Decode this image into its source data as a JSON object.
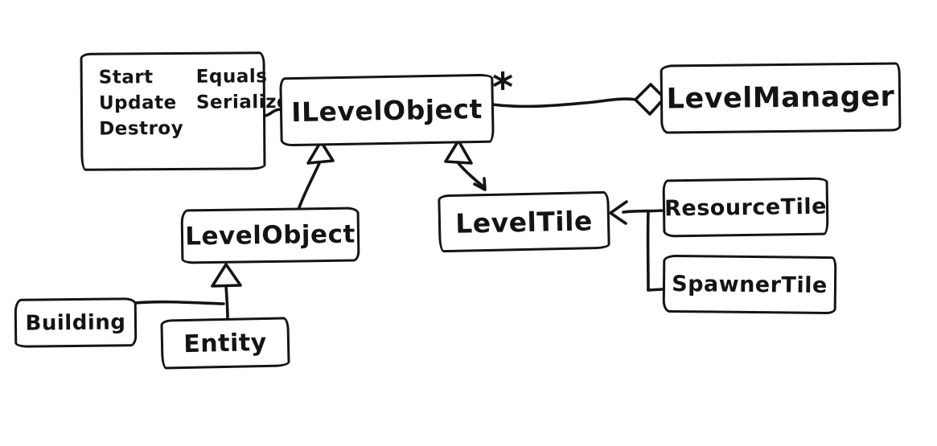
{
  "diagram": {
    "background_color": "#ffffff",
    "ink_color": "#141414",
    "note_box": {
      "columns": [
        [
          "Start",
          "Update",
          "Destroy"
        ],
        [
          "Equals",
          "Serialize"
        ]
      ]
    },
    "nodes": {
      "ilevel_object": "ILevelObject",
      "level_manager": "LevelManager",
      "level_object": "LevelObject",
      "level_tile": "LevelTile",
      "resource_tile": "ResourceTile",
      "spawner_tile": "SpawnerTile",
      "building": "Building",
      "entity": "Entity"
    },
    "aggregation": {
      "multiplicity": "*"
    },
    "relations": [
      {
        "from": "LevelObject",
        "to": "ILevelObject",
        "type": "inheritance"
      },
      {
        "from": "LevelTile",
        "to": "ILevelObject",
        "type": "inheritance"
      },
      {
        "from": "Building",
        "to": "LevelObject",
        "type": "inheritance"
      },
      {
        "from": "Entity",
        "to": "LevelObject",
        "type": "inheritance"
      },
      {
        "from": "ResourceTile",
        "to": "LevelTile",
        "type": "inheritance"
      },
      {
        "from": "SpawnerTile",
        "to": "LevelTile",
        "type": "inheritance"
      },
      {
        "from": "ILevelObject",
        "to": "LevelManager",
        "type": "aggregation",
        "multiplicity": "*"
      }
    ]
  }
}
